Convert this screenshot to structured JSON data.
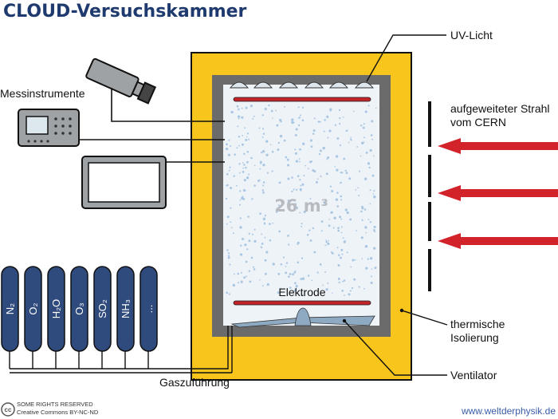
{
  "title": "CLOUD-Versuchskammer",
  "labels": {
    "uv": "UV-Licht",
    "instruments": "Messinstrumente",
    "beam_line1": "aufgeweiteter Strahl",
    "beam_line2": "vom CERN",
    "volume": "26 m³",
    "electrode": "Elektrode",
    "insulation_line1": "thermische",
    "insulation_line2": "Isolierung",
    "fan": "Ventilator",
    "gas_supply": "Gaszuführung"
  },
  "gases": [
    "N₂",
    "O₂",
    "H₂O",
    "O₃",
    "SO₂",
    "NH₃",
    "..."
  ],
  "license": {
    "line1": "SOME RIGHTS RESERVED",
    "line2": "Creative Commons BY-NC-ND",
    "badge": "cc"
  },
  "url": "www.weltderphysik.de",
  "colors": {
    "title": "#1f3a6e",
    "insulation": "#f7c51c",
    "chamber_wall": "#6b6b6b",
    "chamber_inside": "#eef3f8",
    "beam": "#d2232a",
    "electrode": "#c0242b",
    "gas_bottle": "#2f4a7c",
    "fan": "#8ea9c2",
    "instrument_body": "#9fa2a5"
  }
}
